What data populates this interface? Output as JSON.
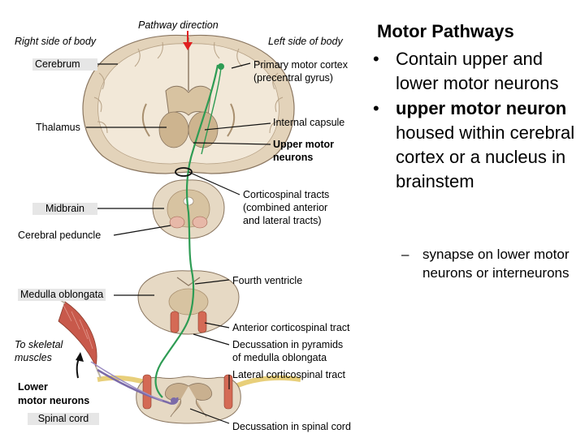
{
  "diagram": {
    "pathway_direction": "Pathway direction",
    "right_side": "Right side of body",
    "left_side": "Left side of body",
    "cerebrum": "Cerebrum",
    "primary_motor_cortex": "Primary motor cortex",
    "precentral_gyrus": "(precentral gyrus)",
    "thalamus": "Thalamus",
    "internal_capsule": "Internal capsule",
    "upper_motor_1": "Upper motor",
    "upper_motor_2": "neurons",
    "corticospinal_1": "Corticospinal tracts",
    "corticospinal_2": "(combined anterior",
    "corticospinal_3": "and lateral tracts)",
    "midbrain": "Midbrain",
    "cerebral_peduncle": "Cerebral peduncle",
    "fourth_ventricle": "Fourth ventricle",
    "medulla": "Medulla oblongata",
    "anterior_tract": "Anterior corticospinal tract",
    "decussation_pyramids_1": "Decussation in pyramids",
    "decussation_pyramids_2": "of medulla oblongata",
    "lateral_tract": "Lateral corticospinal tract",
    "to_skeletal_1": "To skeletal",
    "to_skeletal_2": "muscles",
    "lower_motor_1": "Lower",
    "lower_motor_2": "motor neurons",
    "spinal_cord": "Spinal cord",
    "decussation_spinal": "Decussation in spinal cord"
  },
  "text": {
    "title": "Motor Pathways",
    "bullet1": "Contain upper and lower motor neurons",
    "bullet2_bold": "upper motor neuron",
    "bullet2_rest": " housed within cerebral cortex or a nucleus in brainstem",
    "sub_bullet": "synapse on lower motor neurons or interneurons"
  },
  "colors": {
    "upper_motor_tract": "#2e9c54",
    "lower_motor_neuron": "#7b6aa8",
    "pathway_arrow": "#e02020",
    "tissue": "#e6d9c4",
    "gray_matter": "#c9b08f",
    "muscle": "#c8594b",
    "nerve": "#f0d88a"
  }
}
